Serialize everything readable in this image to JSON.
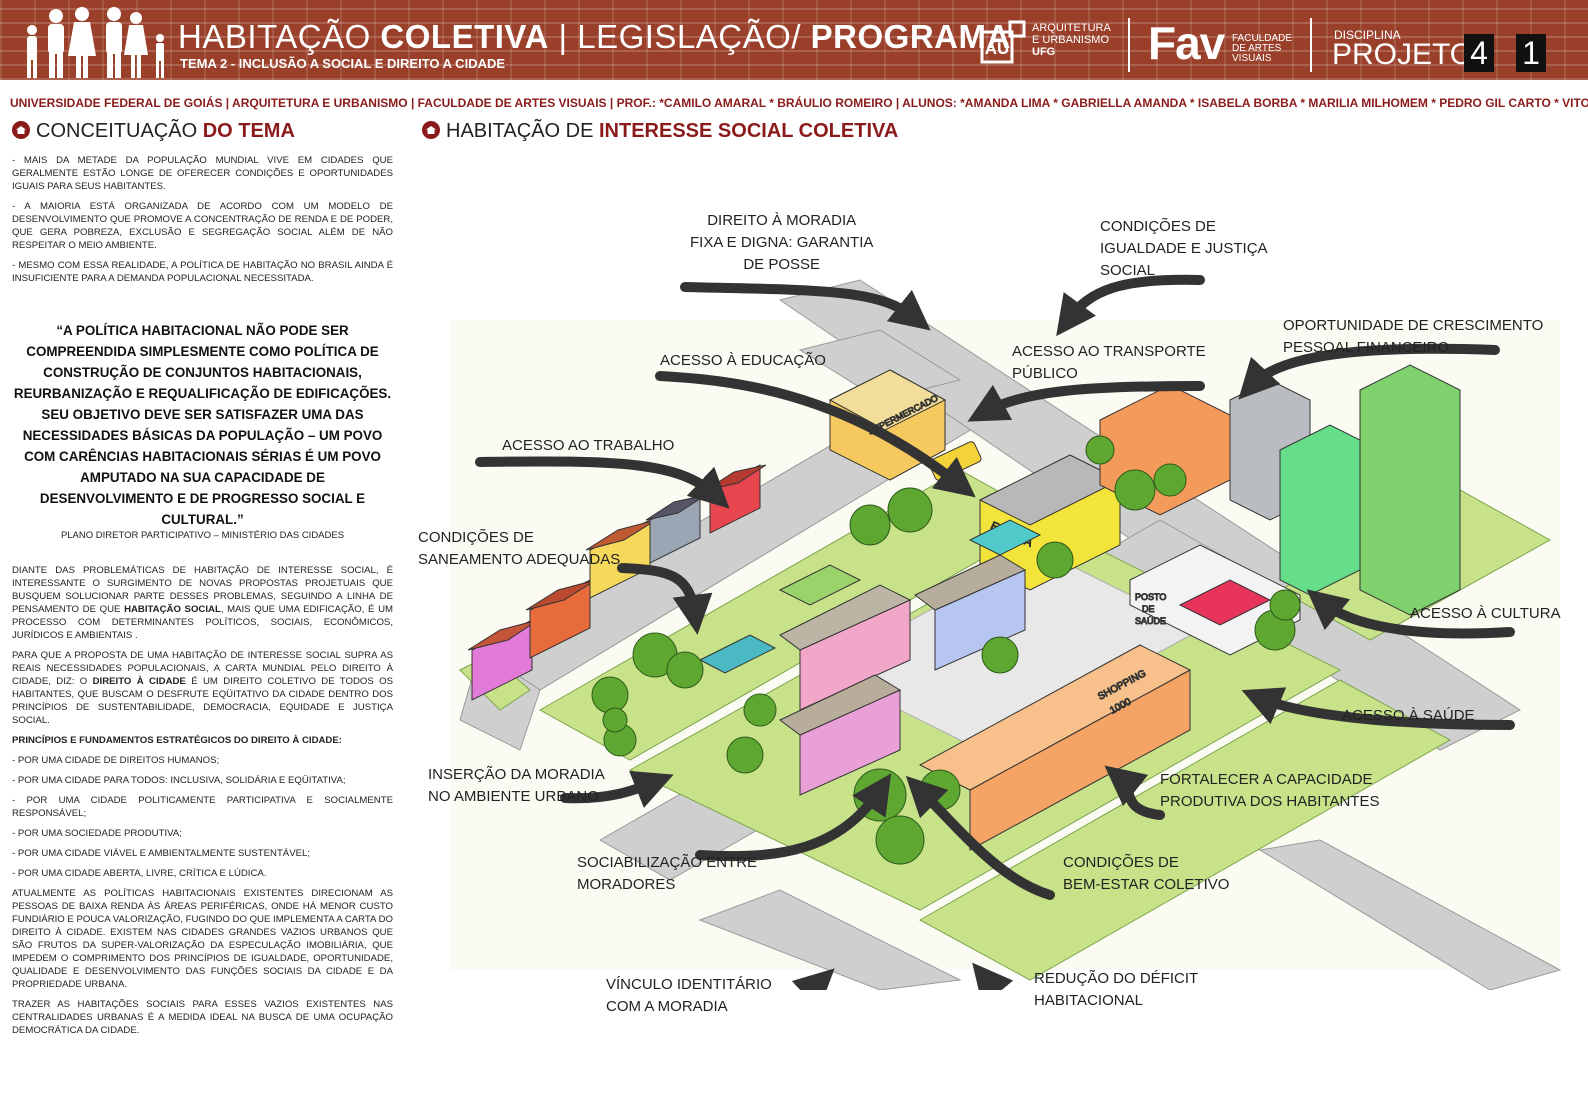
{
  "header": {
    "title_light": "HABITAÇÃO ",
    "title_bold": "COLETIVA",
    "title_sep": " | ",
    "title2_light": "LEGISLAÇÃO/ ",
    "title2_bold": "PROGRAMA",
    "subtitle": "TEMA 2 - INCLUSÃO A SOCIAL E DIREITO A CIDADE",
    "au_mark": "AU",
    "au_line1": "ARQUITETURA",
    "au_line2": "E URBANISMO",
    "au_line3": "UFG",
    "fav_mark": "Fav",
    "fav_line1": "FACULDADE",
    "fav_line2": "DE ARTES",
    "fav_line3": "VISUAIS",
    "discipline_label": "DISCIPLINA",
    "project_label": "PROJETO",
    "project_number": "4",
    "sheet_number": "1",
    "brick_color": "#9a3f2a"
  },
  "credits": "UNIVERSIDADE FEDERAL DE GOIÁS | ARQUITETURA E URBANISMO | FACULDADE DE ARTES VISUAIS | PROF.: *CAMILO AMARAL * BRÁULIO ROMEIRO | ALUNOS: *AMANDA LIMA * GABRIELLA AMANDA * ISABELA BORBA * MARILIA MILHOMEM * PEDRO GIL CARTO * VITOR",
  "left": {
    "title_light": "CONCEITUAÇÃO ",
    "title_bold": "DO TEMA",
    "intro": [
      "- MAIS DA METADE DA POPULAÇÃO MUNDIAL VIVE EM CIDADES QUE GERALMENTE ESTÃO LONGE DE OFERECER CONDIÇÕES E OPORTUNIDADES IGUAIS PARA SEUS HABITANTES.",
      "- A MAIORIA ESTÁ ORGANIZADA DE ACORDO COM UM MODELO DE DESENVOLVIMENTO QUE PROMOVE A CONCENTRAÇÃO DE RENDA E DE PODER, QUE GERA POBREZA, EXCLUSÃO E SEGREGAÇÃO SOCIAL ALÉM DE NÃO RESPEITAR O MEIO AMBIENTE.",
      "- MESMO COM ESSA REALIDADE, A POLÍTICA DE HABITAÇÃO NO BRASIL AINDA É INSUFICIENTE PARA A DEMANDA POPULACIONAL NECESSITADA."
    ],
    "quote": "“A POLÍTICA HABITACIONAL NÃO PODE SER COMPREENDIDA SIMPLESMENTE COMO POLÍTICA DE CONSTRUÇÃO DE CONJUNTOS HABITACIONAIS, REURBANIZAÇÃO E REQUALIFICAÇÃO DE EDIFICAÇÕES. SEU OBJETIVO DEVE SER SATISFAZER UMA DAS NECESSIDADES BÁSICAS DA POPULAÇÃO – UM POVO COM CARÊNCIAS HABITACIONAIS SÉRIAS É UM POVO AMPUTADO NA SUA CAPACIDADE DE DESENVOLVIMENTO E DE PROGRESSO SOCIAL E CULTURAL.”",
    "quote_source": "PLANO DIRETOR PARTICIPATIVO – MINISTÉRIO DAS CIDADES",
    "p1_a": "DIANTE DAS PROBLEMÁTICAS DE HABITAÇÃO DE INTERESSE SOCIAL, É INTERESSANTE O SURGIMENTO DE NOVAS PROPOSTAS PROJETUAIS QUE BUSQUEM SOLUCIONAR PARTE DESSES PROBLEMAS, SEGUINDO A LINHA DE PENSAMENTO DE QUE ",
    "p1_b": "HABITAÇÃO SOCIAL",
    "p1_c": ", MAIS QUE UMA EDIFICAÇÃO, É UM PROCESSO COM DETERMINANTES POLÍTICOS, SOCIAIS, ECONÔMICOS, JURÍDICOS E AMBIENTAIS .",
    "p2_a": "PARA QUE A PROPOSTA DE UMA HABITAÇÃO DE INTERESSE SOCIAL SUPRA AS REAIS NECESSIDADES POPULACIONAIS,  A CARTA MUNDIAL PELO DIREITO À CIDADE, DIZ:  O ",
    "p2_b": "DIREITO À CIDADE",
    "p2_c": " É UM DIREITO COLETIVO DE TODOS OS HABITANTES, QUE BUSCAM O DESFRUTE EQÜITATIVO DA CIDADE DENTRO DOS PRINCÍPIOS DE SUSTENTABILIDADE, DEMOCRACIA, EQUIDADE E JUSTIÇA SOCIAL.",
    "principles_title": "PRINCÍPIOS E FUNDAMENTOS ESTRATÉGICOS DO DIREITO À CIDADE:",
    "principles": [
      "- POR UMA CIDADE DE DIREITOS HUMANOS;",
      "- POR UMA CIDADE PARA TODOS: INCLUSIVA, SOLIDÁRIA E EQÜITATIVA;",
      "- POR UMA CIDADE POLITICAMENTE PARTICIPATIVA E SOCIALMENTE RESPONSÁVEL;",
      "- POR UMA SOCIEDADE PRODUTIVA;",
      "- POR UMA CIDADE VIÁVEL E AMBIENTALMENTE SUSTENTÁVEL;",
      "- POR UMA CIDADE ABERTA, LIVRE, CRÍTICA E LÚDICA."
    ],
    "p3": "ATUALMENTE AS POLÍTICAS HABITACIONAIS EXISTENTES DIRECIONAM AS PESSOAS DE BAIXA RENDA ÀS ÁREAS PERIFÉRICAS, ONDE HÁ MENOR CUSTO FUNDIÁRIO E POUCA VALORIZAÇÃO, FUGINDO DO QUE IMPLEMENTA A CARTA DO DIREITO À CIDADE. EXISTEM NAS CIDADES GRANDES VAZIOS URBANOS QUE SÃO FRUTOS DA SUPER-VALORIZAÇÃO DA ESPECULAÇÃO IMOBILIÁRIA, QUE IMPEDEM O COMPRIMENTO DOS PRINCÍPIOS DE IGUALDADE, OPORTUNIDADE, QUALIDADE E DESENVOLVIMENTO DAS FUNÇÕES SOCIAIS DA CIDADE E DA PROPRIEDADE URBANA.",
    "p4": "TRAZER AS HABITAÇÕES SOCIAIS PARA ESSES VAZIOS EXISTENTES NAS CENTRALIDADES URBANAS É A MEDIDA IDEAL NA BUSCA DE UMA OCUPAÇÃO DEMOCRÁTICA DA CIDADE."
  },
  "right": {
    "title_light": "HABITAÇÃO DE ",
    "title_bold": "INTERESSE SOCIAL COLETIVA",
    "labels": {
      "moradia1": "DIREITO À MORADIA",
      "moradia2": "FIXA E DIGNA: GARANTIA",
      "moradia3": "DE POSSE",
      "igualdade1": "CONDIÇÕES DE",
      "igualdade2": "IGUALDADE E JUSTIÇA",
      "igualdade3": "SOCIAL",
      "crescimento1": "OPORTUNIDADE DE CRESCIMENTO",
      "crescimento2": "PESSOAL FINANCEIRO",
      "educacao": "ACESSO À EDUCAÇÃO",
      "transporte1": "ACESSO AO TRANSPORTE",
      "transporte2": "PÚBLICO",
      "trabalho": "ACESSO AO TRABALHO",
      "saneamento1": "CONDIÇÕES DE",
      "saneamento2": "SANEAMENTO ADEQUADAS",
      "cultura": "ACESSO À CULTURA",
      "saude": "ACESSO À SAÚDE",
      "insercao1": "INSERÇÃO DA MORADIA",
      "insercao2": "NO AMBIENTE URBANO",
      "produtiva1": "FORTALECER A CAPACIDADE",
      "produtiva2": "PRODUTIVA DOS HABITANTES",
      "socia1": "SOCIABILIZAÇÃO ENTRE",
      "socia2": "MORADORES",
      "bemestar1": "CONDIÇÕES DE",
      "bemestar2": "BEM-ESTAR COLETIVO",
      "vinculo1": "VÍNCULO IDENTITÁRIO",
      "vinculo2": "COM A MORADIA",
      "deficit1": "REDUÇÃO DO DÉFICIT",
      "deficit2": "HABITACIONAL"
    },
    "signs": {
      "supermercado": "SUPERMERCADO",
      "escola": "ESCOLA",
      "posto1": "POSTO",
      "posto2": "DE",
      "posto3": "SAÚDE",
      "shopping1": "SHOPPING",
      "shopping2": "1000"
    }
  },
  "colors": {
    "accent": "#8b1a1a",
    "grass": "#c8e28a",
    "road": "#c9c9c9",
    "arrow": "#333333"
  }
}
